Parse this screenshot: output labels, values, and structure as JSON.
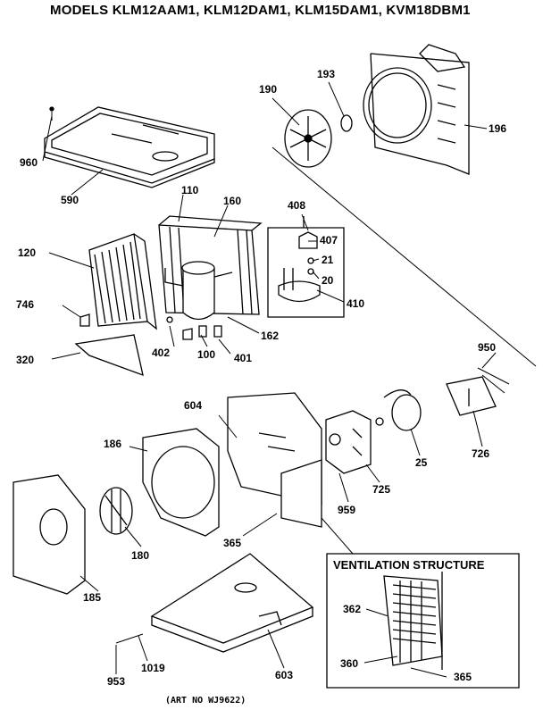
{
  "title": "MODELS KLM12AAM1, KLM12DAM1, KLM15DAM1, KVM18DBM1",
  "art_number": "(ART NO WJ9622)",
  "inset_title": "VENTILATION STRUCTURE",
  "callouts": {
    "p960": "960",
    "p590": "590",
    "p110": "110",
    "p160": "160",
    "p120": "120",
    "p746": "746",
    "p320": "320",
    "p402": "402",
    "p100": "100",
    "p401": "401",
    "p162": "162",
    "p408": "408",
    "p407": "407",
    "p21": "21",
    "p20": "20",
    "p410": "410",
    "p190": "190",
    "p193": "193",
    "p196": "196",
    "p950": "950",
    "p726": "726",
    "p604": "604",
    "p186": "186",
    "p725": "725",
    "p25": "25",
    "p959": "959",
    "p180": "180",
    "p365a": "365",
    "p185": "185",
    "p953": "953",
    "p1019": "1019",
    "p603": "603",
    "p362": "362",
    "p360": "360",
    "p365b": "365"
  }
}
